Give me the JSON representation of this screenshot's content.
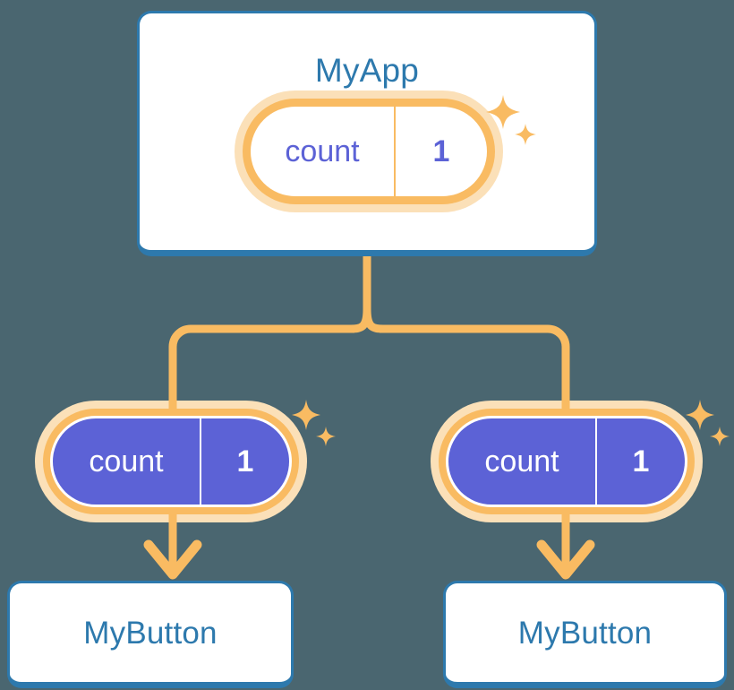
{
  "diagram": {
    "title_node": "MyApp",
    "accent_blue": "#2d79ad",
    "accent_orange": "#f9bb62",
    "accent_orange_soft": "#fbe0b8",
    "accent_purple": "#5c62d6",
    "background": "#4a6670"
  },
  "app_card": {
    "title": "MyApp",
    "state": {
      "key": "count",
      "value": "1"
    }
  },
  "children": [
    {
      "state": {
        "key": "count",
        "value": "1"
      },
      "title": "MyButton"
    },
    {
      "state": {
        "key": "count",
        "value": "1"
      },
      "title": "MyButton"
    }
  ],
  "icons": {
    "sparkle_large": "sparkle-large-icon",
    "sparkle_small": "sparkle-small-icon",
    "arrow_down": "arrow-down-icon"
  }
}
